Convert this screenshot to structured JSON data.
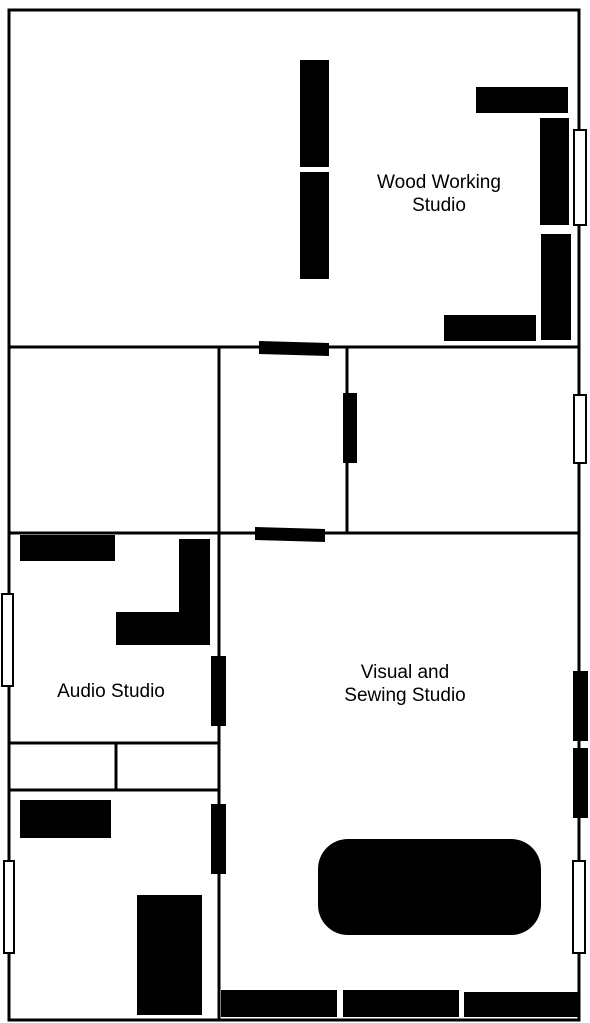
{
  "floorplan": {
    "colors": {
      "wall": "#000000",
      "furniture": "#000000",
      "background": "#ffffff",
      "window_fill": "#ffffff"
    },
    "rooms": {
      "wood_working": {
        "label_line1": "Wood Working",
        "label_line2": "Studio"
      },
      "audio": {
        "label_line1": "Audio Studio"
      },
      "visual_sewing": {
        "label_line1": "Visual and",
        "label_line2": "Sewing Studio"
      }
    }
  }
}
